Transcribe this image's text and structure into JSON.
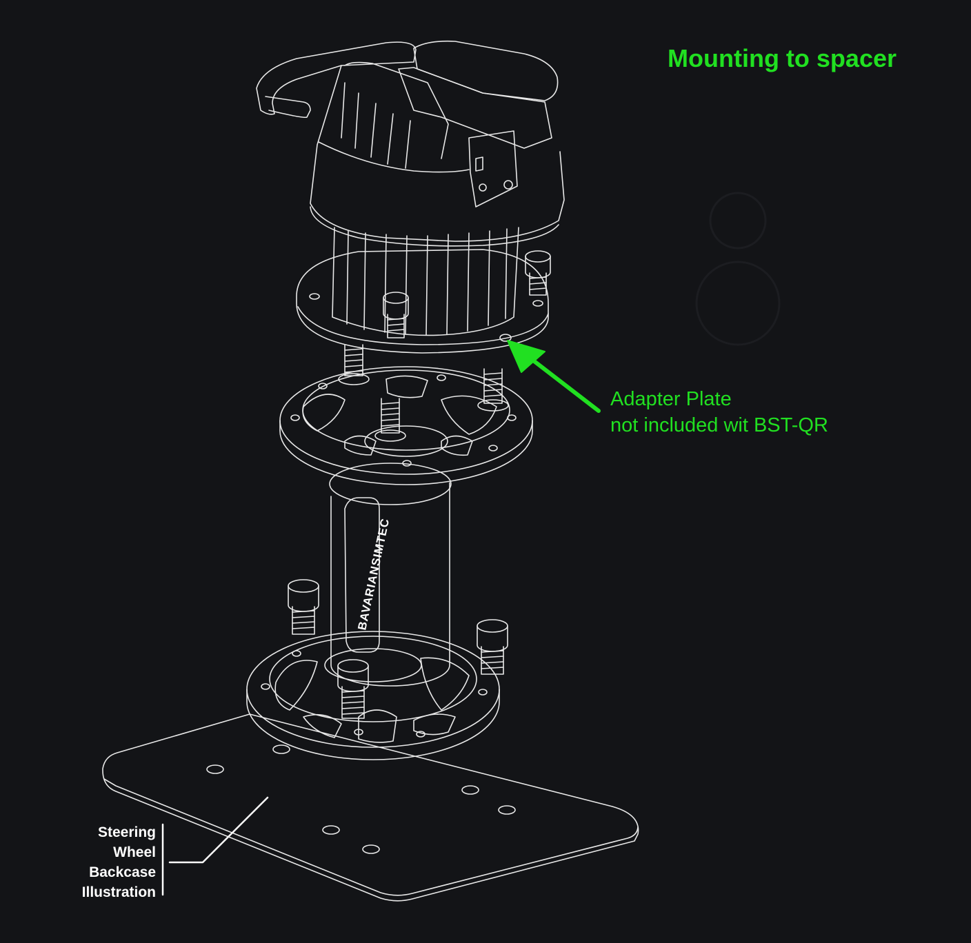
{
  "title": "Mounting to spacer",
  "annotation": {
    "line1": "Adapter Plate",
    "line2": "not included wit BST-QR",
    "color": "#21e021"
  },
  "backcase_label": [
    "Steering",
    "Wheel",
    "Backcase",
    "Illustration"
  ],
  "spacer_logo": "BAVARIANSIMTEC",
  "colors": {
    "background": "#131417",
    "line": "#e8e8e8",
    "accent": "#21e021"
  }
}
